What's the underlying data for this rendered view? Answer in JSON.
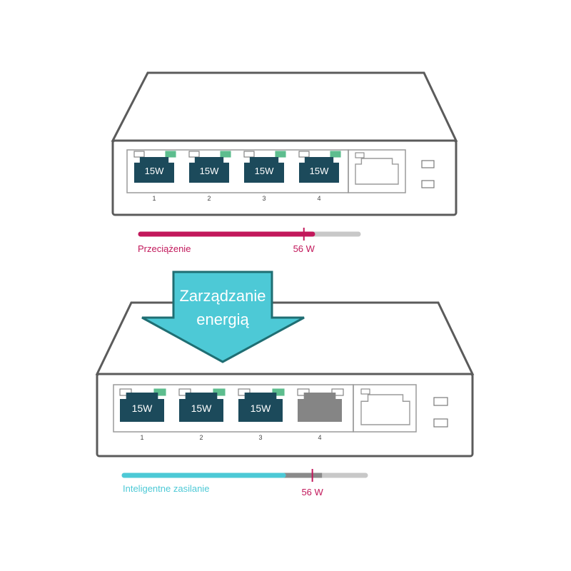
{
  "colors": {
    "outline": "#5b5b5b",
    "port_active": "#1c4a5b",
    "port_inactive": "#858585",
    "led_green": "#5dbd8e",
    "overload": "#c2185b",
    "smart": "#4dc9d6",
    "bar_gray": "#c8c8c8",
    "bar_dark_gray": "#8a8a8a",
    "arrow_fill": "#4dc9d6",
    "arrow_stroke": "#1f6e73"
  },
  "arrow": {
    "line1": "Zarządzanie",
    "line2": "energią"
  },
  "top_switch": {
    "ports": [
      {
        "label": "15W",
        "number": "1",
        "active": true
      },
      {
        "label": "15W",
        "number": "2",
        "active": true
      },
      {
        "label": "15W",
        "number": "3",
        "active": true
      },
      {
        "label": "15W",
        "number": "4",
        "active": true
      }
    ],
    "bar": {
      "caption": "Przeciążenie",
      "limit_label": "56 W",
      "fill_fraction": 0.79,
      "limit_fraction": 0.75
    }
  },
  "bottom_switch": {
    "ports": [
      {
        "label": "15W",
        "number": "1",
        "active": true
      },
      {
        "label": "15W",
        "number": "2",
        "active": true
      },
      {
        "label": "15W",
        "number": "3",
        "active": true
      },
      {
        "label": "",
        "number": "4",
        "active": false
      }
    ],
    "bar": {
      "caption": "Inteligentne zasilanie",
      "limit_label": "56 W",
      "fill_fraction": 0.66,
      "reserve_fraction": 0.82,
      "limit_fraction": 0.78
    }
  }
}
